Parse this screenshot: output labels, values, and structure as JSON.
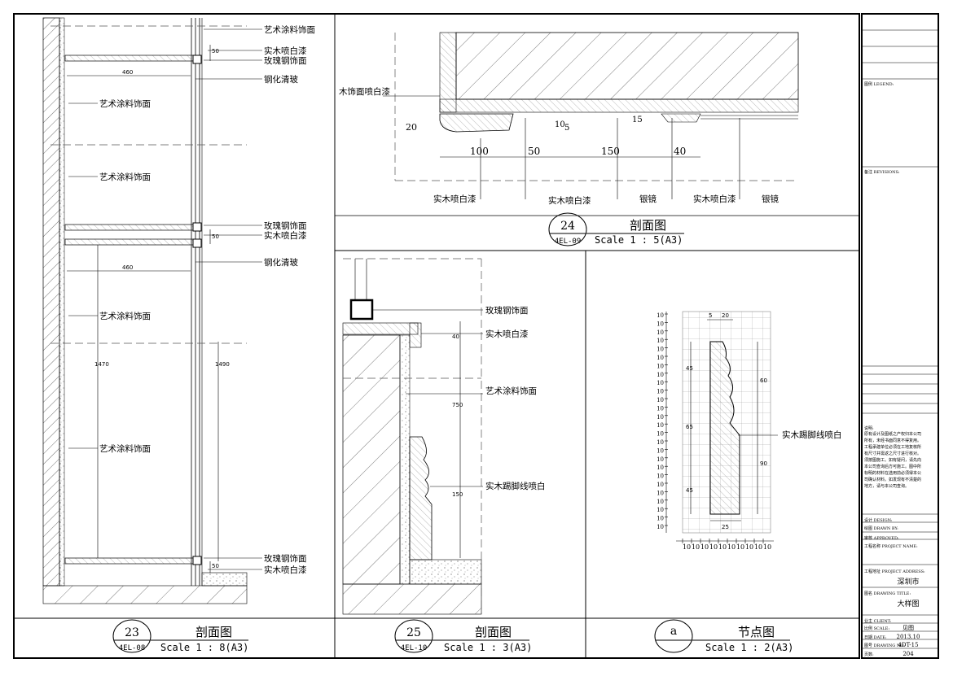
{
  "sheet": {
    "views": [
      {
        "num": "23",
        "sheet_ref": "4EL-08",
        "title": "剖面图",
        "scale": "Scale 1 : 8(A3)"
      },
      {
        "num": "24",
        "sheet_ref": "4EL-09",
        "title": "剖面图",
        "scale": "Scale 1 : 5(A3)"
      },
      {
        "num": "25",
        "sheet_ref": "4EL-10",
        "title": "剖面图",
        "scale": "Scale 1 : 3(A3)"
      },
      {
        "num": "a",
        "sheet_ref": "",
        "title": "节点图",
        "scale": "Scale 1 : 2(A3)"
      }
    ]
  },
  "view23": {
    "labels": [
      "艺术涂料饰面",
      "实木喷白漆",
      "玫瑰钢饰面",
      "钢化清玻",
      "玫瑰钢饰面",
      "实木喷白漆",
      "钢化清玻",
      "玫瑰钢饰面",
      "实木喷白漆"
    ],
    "inner_labels": [
      "艺术涂料饰面",
      "艺术涂料饰面",
      "艺术涂料饰面",
      "艺术涂料饰面"
    ],
    "dims": [
      "50",
      "460",
      "50",
      "460",
      "1470",
      "1490",
      "50"
    ]
  },
  "view24": {
    "left_label": "木饰面喷白漆",
    "bottom_labels": [
      "实木喷白漆",
      "实木喷白漆",
      "银镜",
      "实木喷白漆",
      "银镜"
    ],
    "dims": [
      "100",
      "50",
      "150",
      "40",
      "20",
      "10",
      "5",
      "15"
    ]
  },
  "view25": {
    "labels": [
      "玫瑰钢饰面",
      "实木喷白漆",
      "艺术涂料饰面",
      "实木踢脚线喷白"
    ],
    "dims": [
      "40",
      "750",
      "150"
    ]
  },
  "viewA": {
    "label": "实木踢脚线喷白",
    "top_dims": [
      "5",
      "20"
    ],
    "bottom_dims": [
      "10",
      "10",
      "10",
      "10",
      "10",
      "10",
      "10",
      "10",
      "10",
      "10"
    ],
    "left_dims": [
      "10",
      "10",
      "10",
      "10",
      "10",
      "10",
      "10",
      "10",
      "10",
      "10",
      "10",
      "10",
      "10",
      "10",
      "10",
      "10",
      "10",
      "10",
      "10",
      "10",
      "10",
      "10",
      "10",
      "10",
      "10",
      "10"
    ],
    "inner_dims": [
      "45",
      "65",
      "45",
      "60",
      "90",
      "25"
    ]
  },
  "titleblock": {
    "rows": [
      {
        "label": "图例 LEGEND:",
        "value": ""
      },
      {
        "label": "备注 REVISIONS:",
        "value": ""
      },
      {
        "label": "说明:",
        "value": "原有设计及图纸之产权归本公司所有，未经书面同意不得复用。工程承建单位必须在工地复核所有尺寸并需返之尺寸进行核对。须按图施工。如有疑问，请先向本公司查询后方可施工。图中所标明的材料在选用前必须得本公司确认材料。如发现有不清楚的地方，请与本公司查询。"
      },
      {
        "label": "设计 DESIGN:",
        "value": ""
      },
      {
        "label": "绘图 DRAWN BY:",
        "value": ""
      },
      {
        "label": "审核 APPROVED:",
        "value": ""
      },
      {
        "label": "工程名称 PROJECT NAME:",
        "value": ""
      },
      {
        "label": "工程地址 PROJECT ADDRESS:",
        "value": "深圳市"
      },
      {
        "label": "图名 DRAWING TITLE:",
        "value": "大样图"
      },
      {
        "label": "业主 CLIENT:",
        "value": ""
      },
      {
        "label": "比例 SCALE:",
        "value": "见图"
      },
      {
        "label": "日期 DATE:",
        "value": "2013.10"
      },
      {
        "label": "图号 DRAWING NO:",
        "value": "4DT-15"
      },
      {
        "label": "页数:",
        "value": "204"
      }
    ]
  }
}
